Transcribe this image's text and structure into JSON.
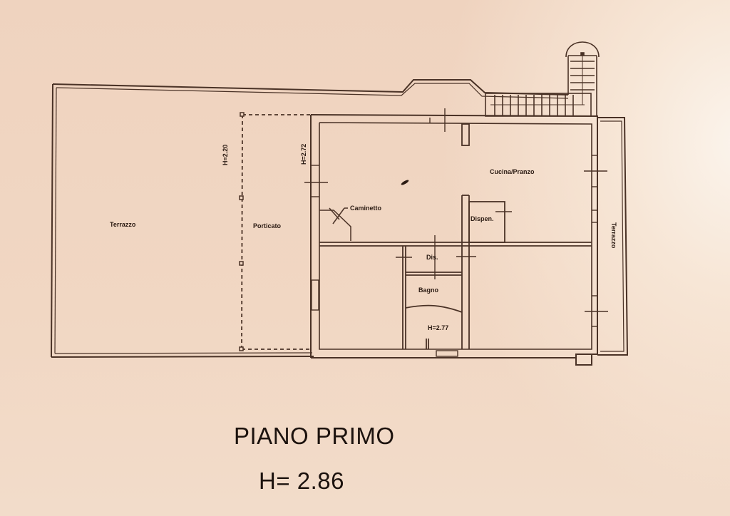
{
  "drawing": {
    "colors": {
      "paper": "#f0d6c2",
      "wall_line": "#4a3226",
      "text": "#2a1a12",
      "title_text": "#1c120e"
    },
    "floor_title": "PIANO PRIMO",
    "floor_height": "H= 2.86",
    "rooms": [
      {
        "name": "terrazzo-left",
        "label": "Terrazzo"
      },
      {
        "name": "porticato",
        "label": "Porticato"
      },
      {
        "name": "caminetto",
        "label": "Caminetto"
      },
      {
        "name": "cucina-pranzo",
        "label": "Cucina/Pranzo"
      },
      {
        "name": "dispensa",
        "label": "Dispen."
      },
      {
        "name": "disimpegno",
        "label": "Dis."
      },
      {
        "name": "bagno",
        "label": "Bagno"
      },
      {
        "name": "terrazzo-right",
        "label": "Terrazzo"
      }
    ],
    "heights": {
      "porticato": "H=2.20",
      "interior": "H=2.72",
      "bagno": "H=2.77"
    }
  }
}
